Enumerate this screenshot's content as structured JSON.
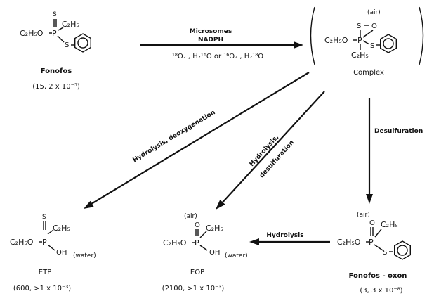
{
  "molecules": {
    "fonofos": {
      "s": "S",
      "et_top": "C₂H₅",
      "etO": "C₂H₅O",
      "p": "P",
      "s2": "S",
      "name": "Fonofos",
      "values": "(15, 2 x 10⁻⁵)"
    },
    "complex": {
      "air": "(air)",
      "s": "S",
      "o": "O",
      "etO": "C₂H₅O",
      "p": "P",
      "s2": "S",
      "et_bottom": "C₂H₅",
      "name": "Complex"
    },
    "etp": {
      "s": "S",
      "et_top": "C₂H₅",
      "etO": "C₂H₅O",
      "p": "P",
      "oh": "OH",
      "water": "(water)",
      "name": "ETP",
      "values": "(600, >1 x 10⁻³)"
    },
    "eop": {
      "air": "(air)",
      "o": "O",
      "et_top": "C₂H₅",
      "etO": "C₂H₅O",
      "p": "P",
      "oh": "OH",
      "water": "(water)",
      "name": "EOP",
      "values": "(2100, >1 x 10⁻³)"
    },
    "oxon": {
      "air": "(air)",
      "o": "O",
      "et_top": "C₂H₅",
      "etO": "C₂H₅O",
      "p": "P",
      "s2": "S",
      "name": "Fonofos - oxon",
      "values": "(3, 3 x 10⁻⁸)"
    }
  },
  "arrows": {
    "microsomes": {
      "line1": "Microsomes",
      "line2": "NADPH",
      "line3": "¹⁸O₂ , H₂¹⁶O  or  ¹⁶O₂ , H₂¹⁸O"
    },
    "desulfuration": "Desulfuration",
    "hydrolysis_deoxygenation": "Hydrolysis, deoxygenation",
    "hydrolysis_desulfuration_1": "Hydrolysis,",
    "hydrolysis_desulfuration_2": "desulfuration",
    "hydrolysis": "Hydrolysis"
  }
}
